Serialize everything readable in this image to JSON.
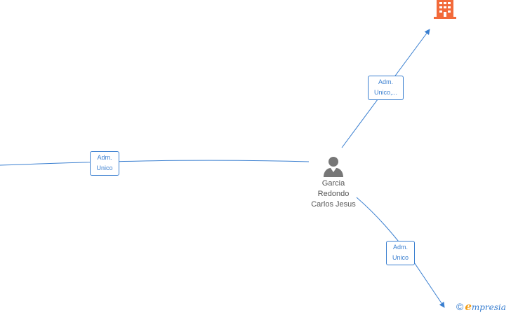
{
  "person": {
    "name_lines": [
      "Garcia",
      "Redondo",
      "Carlos Jesus"
    ],
    "icon": "person-icon"
  },
  "company": {
    "icon": "building-icon",
    "color": "#f26a3a"
  },
  "edges": {
    "left": {
      "label_lines": [
        "Adm.",
        "Unico"
      ]
    },
    "top_right": {
      "label_lines": [
        "Adm.",
        "Unico,..."
      ]
    },
    "bottom_right": {
      "label_lines": [
        "Adm.",
        "Unico"
      ]
    }
  },
  "colors": {
    "edge": "#3a7fd0",
    "person_icon": "#777777",
    "brand_e": "#f39c12"
  },
  "watermark": {
    "symbol": "©",
    "brand_initial": "e",
    "brand_rest": "mpresia"
  }
}
